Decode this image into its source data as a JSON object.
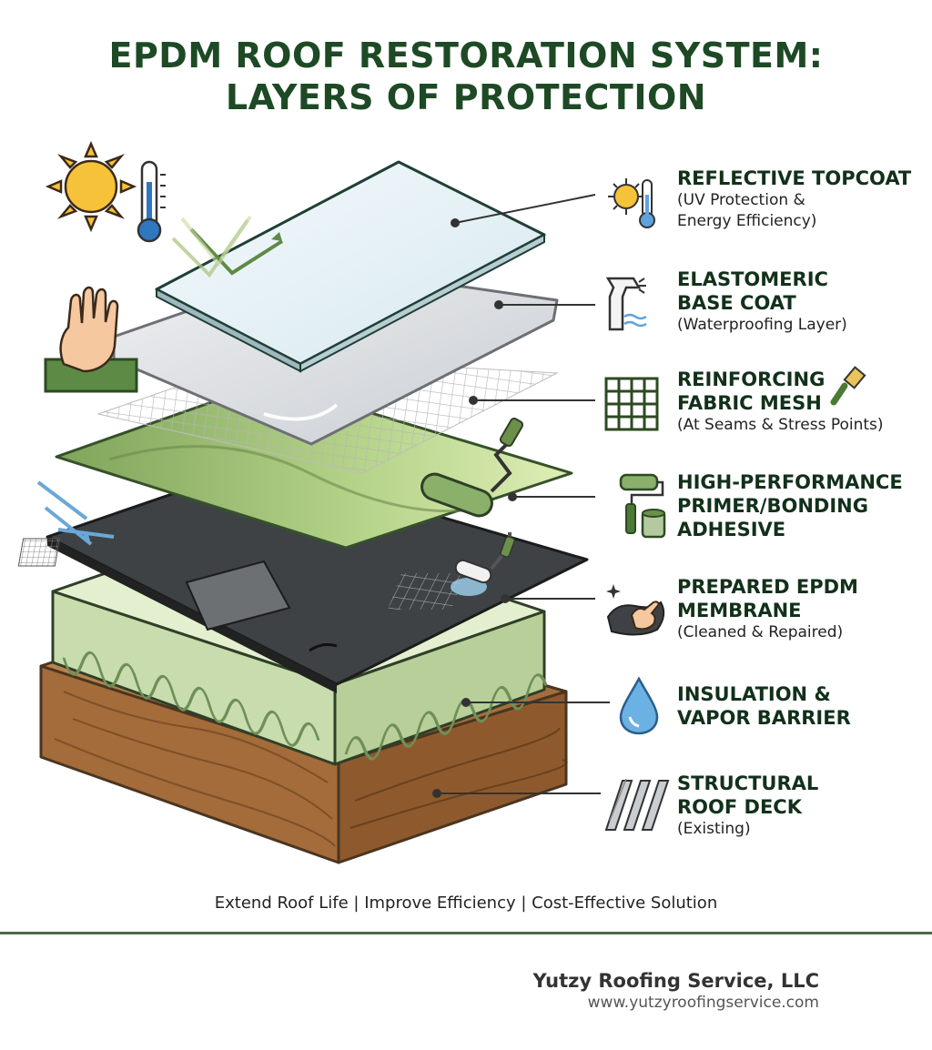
{
  "title": {
    "line1": "EPDM ROOF RESTORATION SYSTEM:",
    "line2": "LAYERS OF PROTECTION"
  },
  "layers": [
    {
      "name_lines": [
        "REFLECTIVE TOPCOAT"
      ],
      "sub_lines": [
        "(UV Protection &",
        "Energy Efficiency)"
      ],
      "icon": "sun-thermometer-icon"
    },
    {
      "name_lines": [
        "ELASTOMERIC",
        "BASE COAT"
      ],
      "sub_lines": [
        "(Waterproofing Layer)"
      ],
      "icon": "spray-bottle-icon"
    },
    {
      "name_lines": [
        "REINFORCING",
        "FABRIC MESH"
      ],
      "sub_lines": [
        "(At Seams & Stress Points)"
      ],
      "icon": "fabric-mesh-brush-icon"
    },
    {
      "name_lines": [
        "HIGH-PERFORMANCE",
        "PRIMER/BONDING",
        "ADHESIVE"
      ],
      "sub_lines": [],
      "icon": "roller-can-icon"
    },
    {
      "name_lines": [
        "PREPARED EPDM",
        "MEMBRANE"
      ],
      "sub_lines": [
        "(Cleaned & Repaired)"
      ],
      "icon": "cleaning-cloth-icon"
    },
    {
      "name_lines": [
        "INSULATION &",
        "VAPOR BARRIER"
      ],
      "sub_lines": [],
      "icon": "water-drop-icon"
    },
    {
      "name_lines": [
        "STRUCTURAL",
        "ROOF DECK"
      ],
      "sub_lines": [
        "(Existing)"
      ],
      "icon": "metal-deck-icon"
    }
  ],
  "tagline": "Extend Roof Life | Improve Efficiency | Cost-Effective Solution",
  "footer": {
    "company": "Yutzy Roofing Service, LLC",
    "website": "www.yutzyroofingservice.com"
  },
  "colors": {
    "title": "#1d4a25",
    "wood": "#b07a45",
    "insulation": "#c9dcae",
    "membrane": "#3e4244",
    "primer": "#a9c97e",
    "mesh": "#e6e6e6",
    "basecoat": "#dcdfe3",
    "topcoat": "#e6f1f5",
    "footer_rule": "#4a6b45"
  }
}
